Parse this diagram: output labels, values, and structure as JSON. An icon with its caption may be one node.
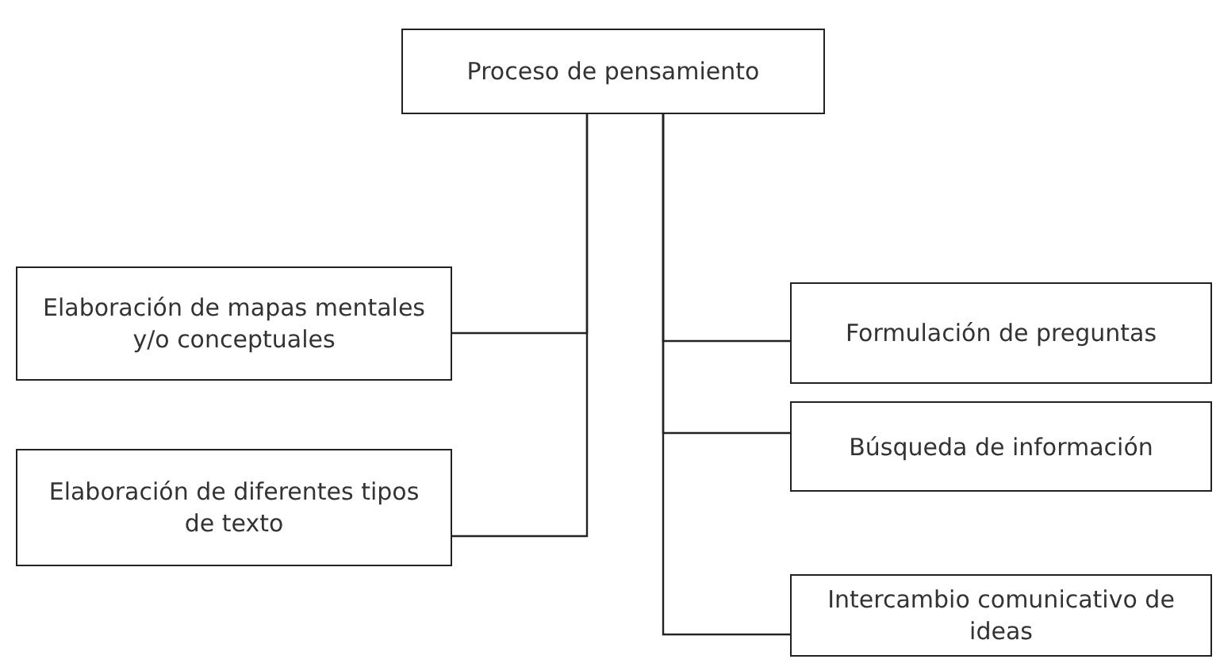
{
  "diagram": {
    "nodes": [
      {
        "text": [
          "Proceso de pensamiento"
        ]
      },
      {
        "text": [
          "Elaboración de mapas mentales y/o conceptuales"
        ]
      },
      {
        "text": [
          "Elaboración de diferentes tipos de texto"
        ]
      },
      {
        "text": [
          "Formulación de preguntas"
        ]
      },
      {
        "text": [
          "Búsqueda de información"
        ]
      },
      {
        "text": [
          "Intercambio comunicativo de ideas"
        ]
      }
    ],
    "edges": [
      {
        "from": 0,
        "to": 1,
        "arrow": "none"
      },
      {
        "from": 0,
        "to": 2,
        "arrow": "none"
      },
      {
        "from": 0,
        "to": 3,
        "arrow": "none"
      },
      {
        "from": 0,
        "to": 4,
        "arrow": "none"
      },
      {
        "from": 0,
        "to": 5,
        "arrow": "none"
      }
    ]
  }
}
